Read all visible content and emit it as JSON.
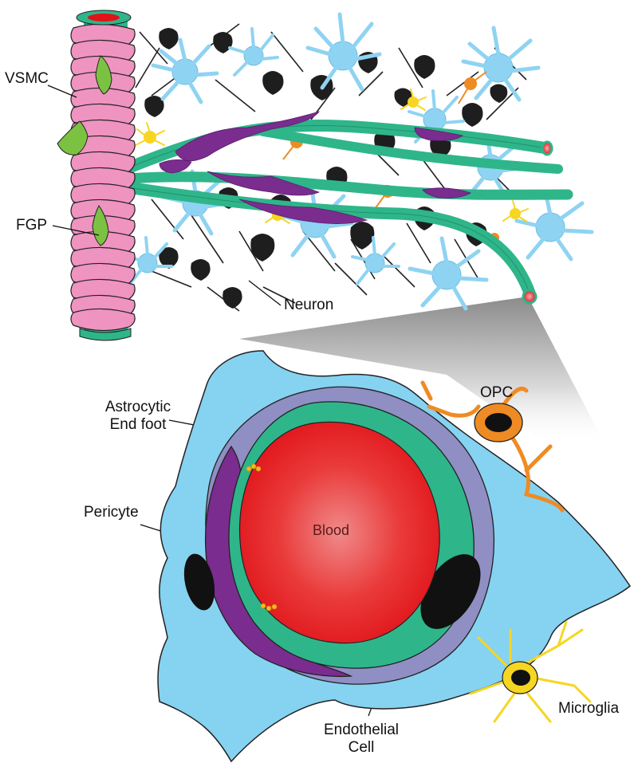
{
  "labels": {
    "vsmc": "VSMC",
    "fgp": "FGP",
    "neuron": "Neuron",
    "astrocytic_end_foot": [
      "Astrocytic",
      "End foot"
    ],
    "opc": "OPC",
    "pericyte": "Pericyte",
    "blood": "Blood",
    "endothelial_cell": [
      "Endothelial",
      "Cell"
    ],
    "microglia": "Microglia"
  },
  "colors": {
    "vsmc_pink": "#ef93c0",
    "vessel_green": "#2fb58a",
    "astrocyte_blue": "#86d2f1",
    "pericyte_purple": "#7a2d8e",
    "basement_lavender": "#8f8fc4",
    "neuron_black": "#222222",
    "opc_orange": "#ef8b23",
    "microglia_yellow": "#f5d51e",
    "blood_red": "#e8262a",
    "fgp_green": "#7cc242"
  }
}
